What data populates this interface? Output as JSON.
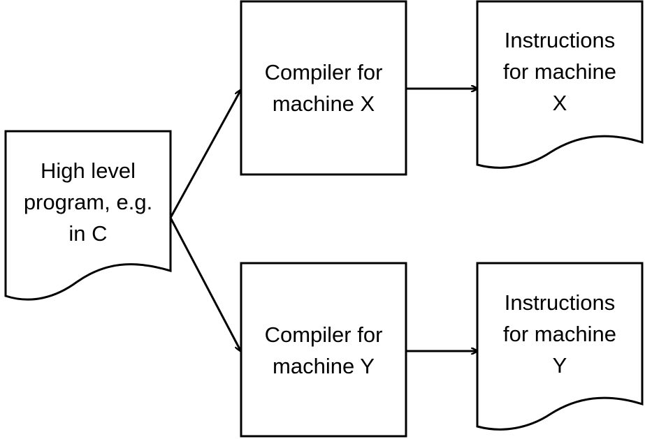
{
  "diagram": {
    "source": {
      "label": "High level\nprogram, e.g.\nin C"
    },
    "compiler_x": {
      "label": "Compiler for\nmachine X"
    },
    "compiler_y": {
      "label": "Compiler for\nmachine Y"
    },
    "output_x": {
      "label": "Instructions\nfor machine\nX"
    },
    "output_y": {
      "label": "Instructions\nfor machine\nY"
    }
  },
  "colors": {
    "stroke": "#000000",
    "fill": "#ffffff"
  }
}
